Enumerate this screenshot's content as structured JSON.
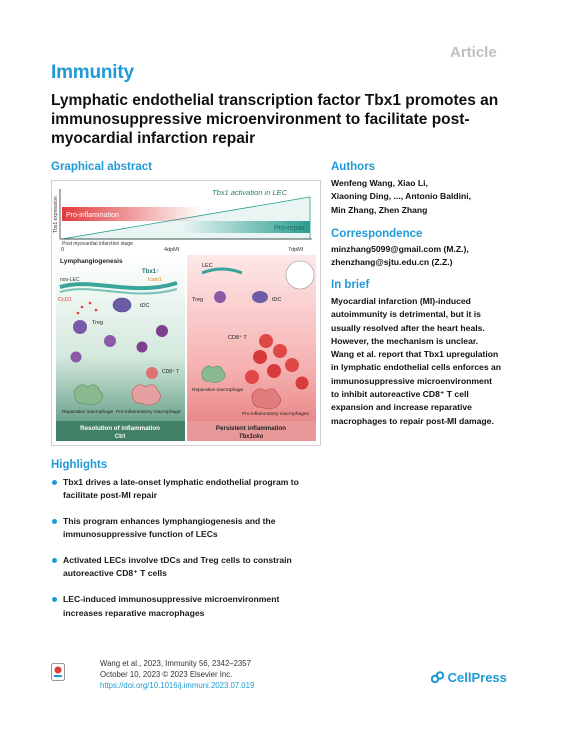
{
  "header": {
    "article_type": "Article",
    "journal": "Immunity",
    "title": "Lymphatic endothelial transcription factor Tbx1 promotes an immunosuppressive microenvironment to facilitate post-myocardial infarction repair"
  },
  "graphical_abstract": {
    "heading": "Graphical abstract",
    "activation_label": "Tbx1 activation in LEC",
    "y_axis_label": "Tbx1 expression",
    "pro_inflammation": "Pro-inflammation",
    "pro_repair": "Pro-repair",
    "x_axis_label": "Post myocardial infarction stage",
    "x_start": "0",
    "x_mid": "4dpMI",
    "x_end": "7dpMI",
    "lymphangiogenesis": "Lymphangiogenesis",
    "tbx1_up": "Tbx1↑",
    "nos_lec": "nos-LEC",
    "icam1": "Icam1",
    "ccl21": "Ccl21",
    "tdc_left": "tDC",
    "treg_left": "Treg",
    "cd8_left": "CD8⁺ T",
    "reparative_left": "Reparative macrophage",
    "proinflammatory_left": "Pro-inflammatory macrophage",
    "resolution": "Resolution of inflammation",
    "ctrl": "Ctrl",
    "lec_right": "LEC",
    "treg_right": "Treg",
    "tdc_right": "tDC",
    "cd8_right": "CD8⁺ T",
    "reparative_right": "Reparative macrophage",
    "proinflammatory_right": "Pro-inflammatory macrophages",
    "persistent": "Persistent inflammation",
    "tbx1cko": "Tbx1cko"
  },
  "authors": {
    "heading": "Authors",
    "lines": [
      "Wenfeng Wang, Xiao Li,",
      "Xiaoning Ding, ..., Antonio Baldini,",
      "Min Zhang, Zhen Zhang"
    ]
  },
  "correspondence": {
    "heading": "Correspondence",
    "lines": [
      "minzhang5099@gmail.com (M.Z.),",
      "zhenzhang@sjtu.edu.cn (Z.Z.)"
    ]
  },
  "in_brief": {
    "heading": "In brief",
    "lines": [
      "Myocardial infarction (MI)-induced",
      "autoimmunity is detrimental, but it is",
      "usually resolved after the heart heals.",
      "However, the mechanism is unclear.",
      "Wang et al. report that Tbx1 upregulation",
      "in lymphatic endothelial cells enforces an",
      "immunosuppressive microenvironment",
      "to inhibit autoreactive CD8⁺ T cell",
      "expansion and increase reparative",
      "macrophages to repair post-MI damage."
    ]
  },
  "highlights": {
    "heading": "Highlights",
    "items": [
      [
        "Tbx1 drives a late-onset lymphatic endothelial program to",
        "facilitate post-MI repair"
      ],
      [
        "This program enhances lymphangiogenesis and the",
        "immunosuppressive function of LECs"
      ],
      [
        "Activated LECs involve tDCs and Treg cells to constrain",
        "autoreactive CD8⁺ T cells"
      ],
      [
        "LEC-induced immunosuppressive microenvironment",
        "increases reparative macrophages"
      ]
    ]
  },
  "footer": {
    "citation": "Wang et al., 2023, Immunity 56, 2342–2357",
    "date": "October 10, 2023 © 2023 Elsevier Inc.",
    "doi": "https://doi.org/10.1016/j.immuni.2023.07.019",
    "publisher": "CellPress"
  },
  "colors": {
    "accent": "#1f9ad6",
    "pro_inflammation": "#e03b3b",
    "pro_repair": "#2a9d8f"
  }
}
